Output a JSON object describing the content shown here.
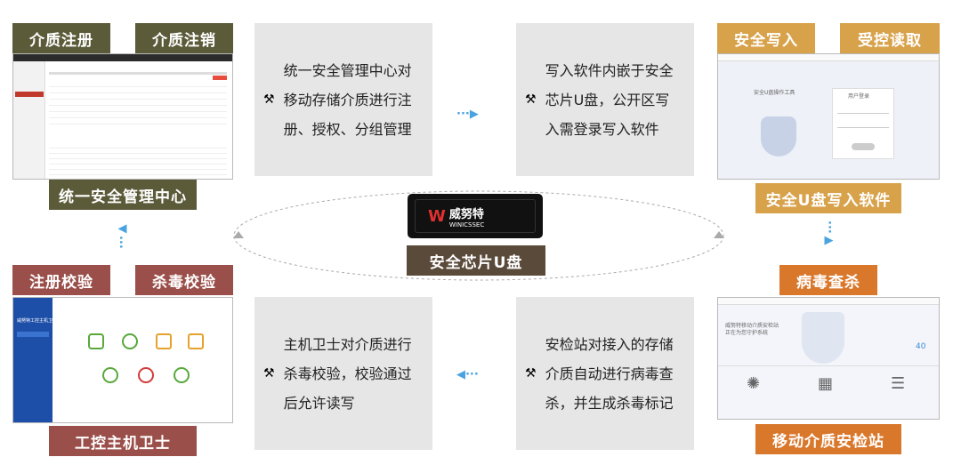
{
  "tags": {
    "register": "介质注册",
    "deregister": "介质注销",
    "center": "统一安全管理中心",
    "write": "安全写入",
    "read": "受控读取",
    "writer_sw": "安全U盘写入软件",
    "virus": "病毒查杀",
    "station": "移动介质安检站",
    "reg_check": "注册校验",
    "av_check": "杀毒校验",
    "guard": "工控主机卫士",
    "udisk": "安全芯片U盘"
  },
  "boxes": {
    "b1": [
      "统一安全管理中心对",
      "移动存储介质进行注",
      "册、授权、分组管理"
    ],
    "b2": [
      "写入软件内嵌于安全",
      "芯片U盘，公开区写",
      "入需登录写入软件"
    ],
    "b3": [
      "主机卫士对介质进行",
      "杀毒校验，校验通过",
      "后允许读写"
    ],
    "b4": [
      "安检站对接入的存储",
      "介质自动进行病毒查",
      "杀，并生成杀毒标记"
    ]
  },
  "brand": {
    "cn": "威努特",
    "en": "WINICSSEC"
  },
  "screens": {
    "writer_title": "安全U盘操作工具",
    "writer_login": "用户登录",
    "station_line1": "威努特移动介质安检站",
    "station_line2": "正在为您守护系统",
    "station_score": "40",
    "guard_header": "威努特工控主机卫士"
  },
  "colors": {
    "olive": "#5b5a39",
    "gold": "#d8a24b",
    "rose": "#9b4f4a",
    "orange": "#d9772b",
    "arrow": "#4aa3df"
  }
}
